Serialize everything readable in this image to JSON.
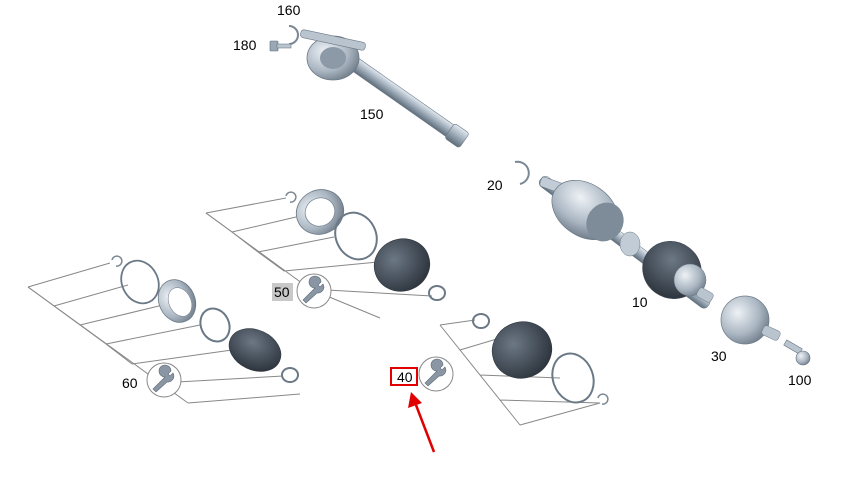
{
  "labels": {
    "p10": "10",
    "p20": "20",
    "p30": "30",
    "p40": "40",
    "p50": "50",
    "p60": "60",
    "p100": "100",
    "p150": "150",
    "p160": "160",
    "p180": "180"
  },
  "colors": {
    "part_light": "#c9d3dd",
    "part_mid": "#9aa8b6",
    "part_dark": "#5d6b78",
    "boot_dark": "#3a4350",
    "leader_line": "#888888",
    "highlight_box": "#e00000",
    "arrow": "#e00000",
    "label50_bg": "#c8c8c8"
  },
  "icons": {
    "tool": "wrench-icon"
  },
  "highlighted": "40"
}
